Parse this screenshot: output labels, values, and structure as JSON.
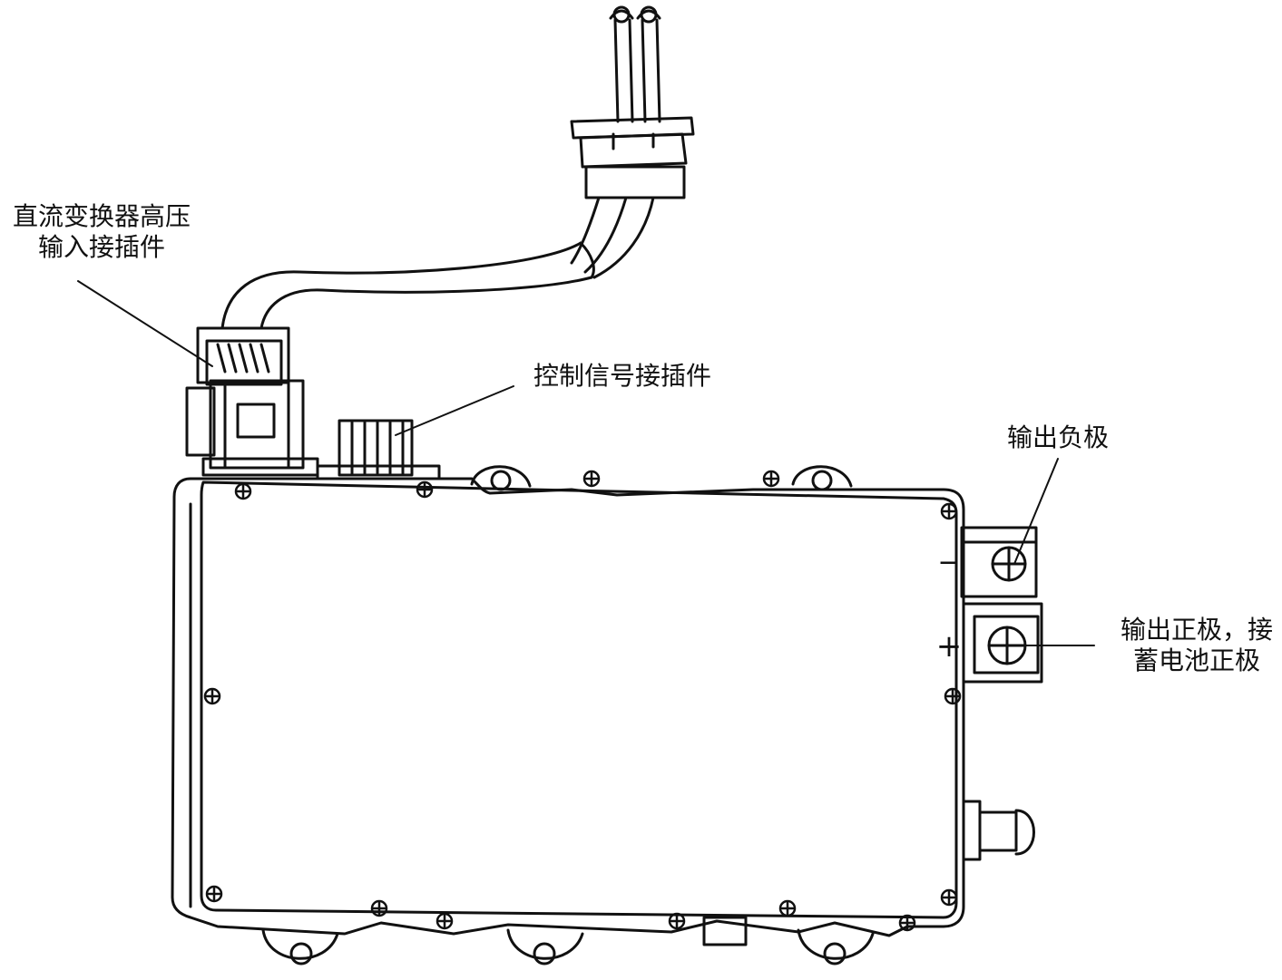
{
  "labels": {
    "hv_input_connector": {
      "line1": "直流变换器高压",
      "line2": "输入接插件"
    },
    "control_signal_connector": "控制信号接插件",
    "output_negative": "输出负极",
    "output_positive": {
      "line1": "输出正极，接",
      "line2": "蓄电池正极"
    },
    "terminal_minus_mark": "−",
    "terminal_plus_mark": "+"
  },
  "colors": {
    "line": "#111111",
    "fill": "#ffffff"
  }
}
